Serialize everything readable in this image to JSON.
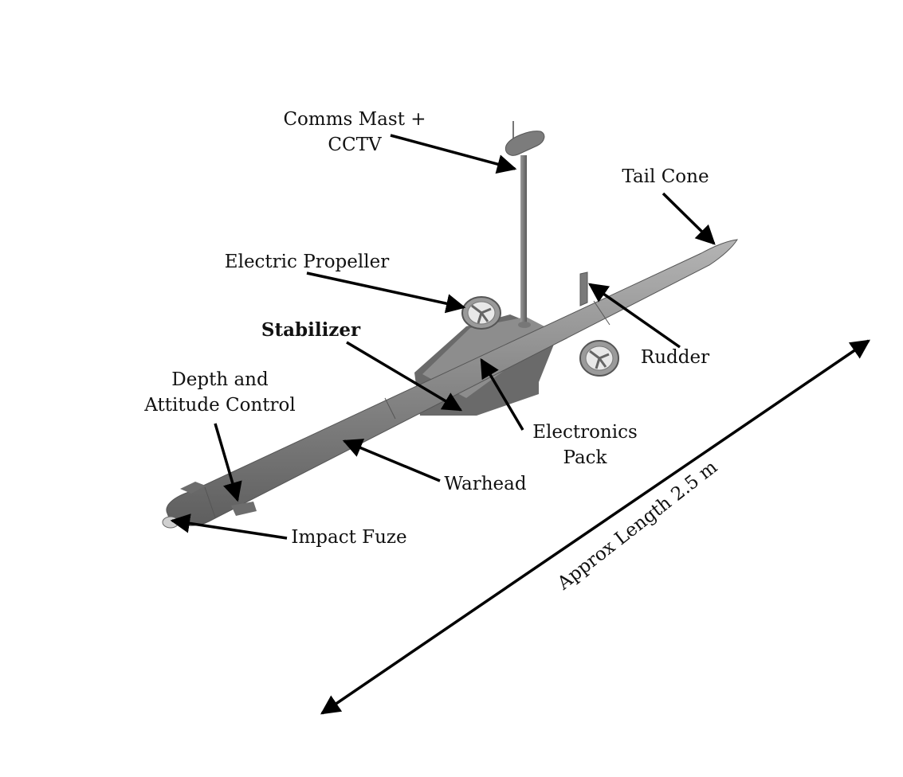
{
  "labels": {
    "comms_mast": [
      "Comms Mast +",
      "CCTV"
    ],
    "tail_cone": "Tail Cone",
    "electric_propeller": "Electric Propeller",
    "stabilizer": "Stabilizer",
    "rudder": "Rudder",
    "depth_attitude": [
      "Depth and",
      "Attitude Control"
    ],
    "electronics_pack": [
      "Electronics",
      "Pack"
    ],
    "warhead": "Warhead",
    "impact_fuze": "Impact Fuze",
    "approx_length": "Approx Length 2.5 m"
  },
  "colors": {
    "background": "#ffffff",
    "text": "#111111",
    "hull": "#8a8a8a",
    "arrow": "#000000"
  }
}
